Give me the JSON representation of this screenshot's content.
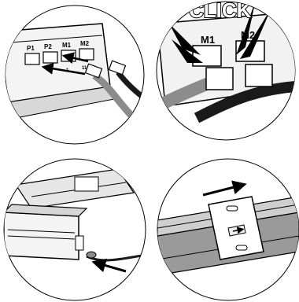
{
  "panels": {
    "ports": {
      "port_labels": [
        "P1",
        "P2",
        "M1",
        "M2"
      ],
      "sub_labels": [
        "1",
        "11"
      ]
    },
    "click": {
      "sound_text": "CLICK",
      "port_labels": [
        "M1",
        "M2"
      ]
    },
    "insert": {},
    "rail": {}
  },
  "colors": {
    "ink": "#000000",
    "paper": "#ffffff",
    "cable_gray": "#8c8c8c",
    "cable_black": "#1a1a1a",
    "shade": "#bdbdbd"
  },
  "icons": [
    "arrow-right-icon",
    "arrow-left-icon",
    "burst-icon"
  ]
}
